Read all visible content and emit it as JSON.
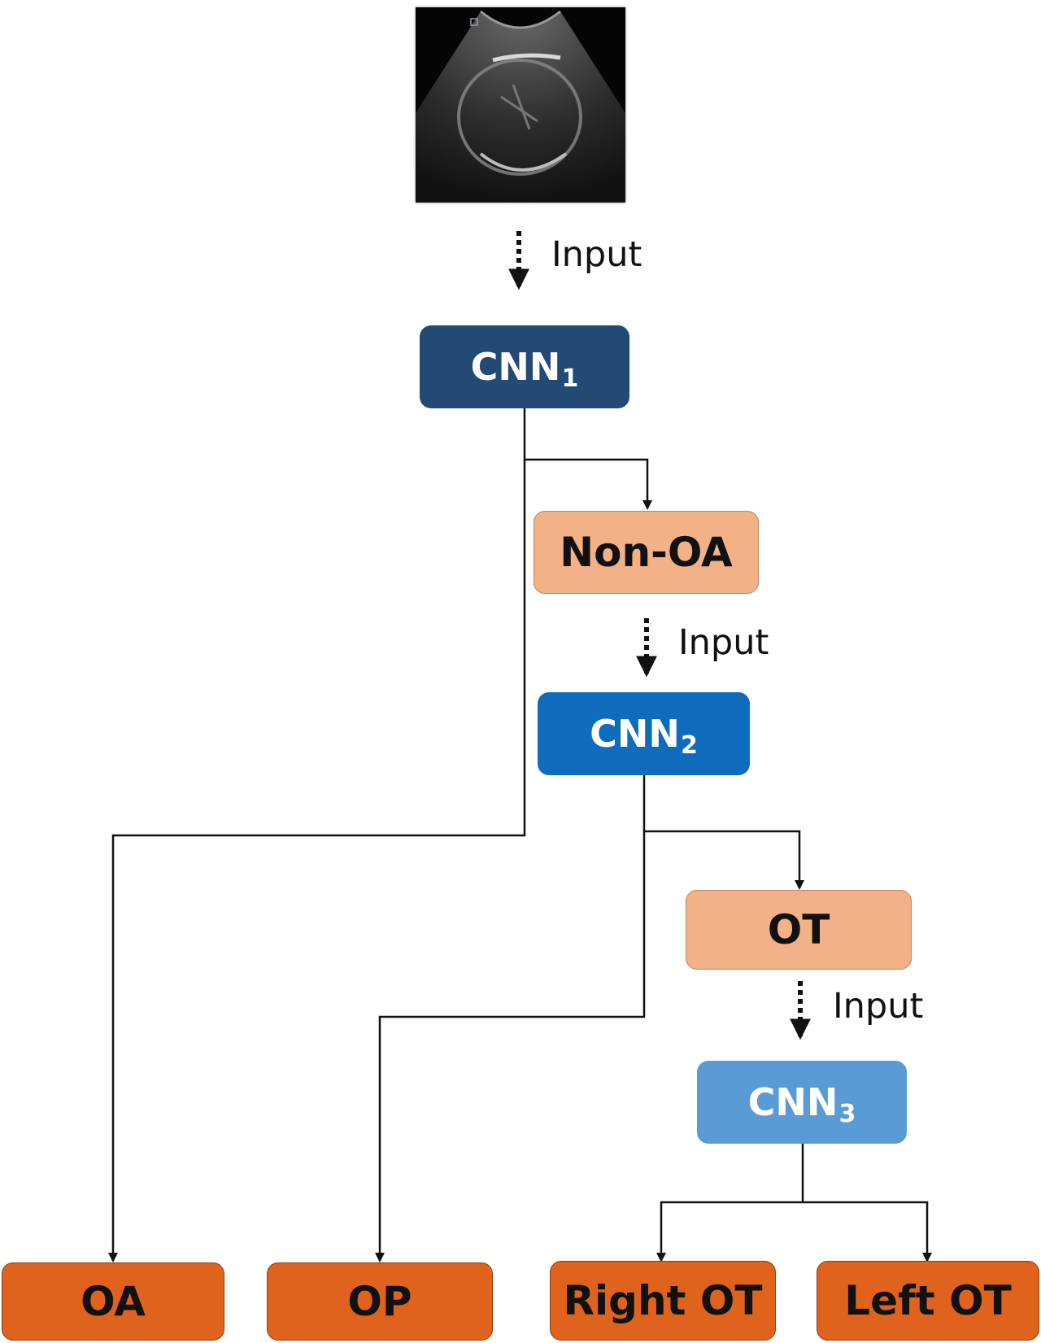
{
  "colors": {
    "cnn1": "#234a72",
    "cnn2": "#0f6cbd",
    "cnn3": "#5b9bd5",
    "intermediate": "#f2b187",
    "output": "#e0631d"
  },
  "input_image": {
    "icon": "ultrasound-scan-image"
  },
  "input_labels": [
    "Input",
    "Input",
    "Input"
  ],
  "nodes": {
    "cnn1": {
      "label": "CNN",
      "sub": "1"
    },
    "non_oa": {
      "label": "Non-OA"
    },
    "cnn2": {
      "label": "CNN",
      "sub": "2"
    },
    "ot": {
      "label": "OT"
    },
    "cnn3": {
      "label": "CNN",
      "sub": "3"
    },
    "oa": {
      "label": "OA"
    },
    "op": {
      "label": "OP"
    },
    "right_ot": {
      "label": "Right OT"
    },
    "left_ot": {
      "label": "Left OT"
    }
  }
}
